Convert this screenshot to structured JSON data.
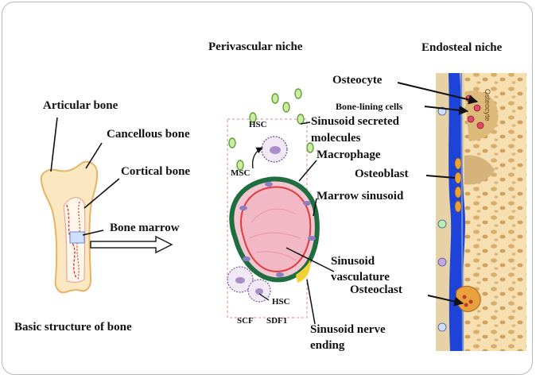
{
  "headings": {
    "perivascular": "Perivascular niche",
    "endosteal": "Endosteal niche",
    "basic_structure": "Basic structure of bone"
  },
  "bone_labels": {
    "articular": "Articular bone",
    "cancellous": "Cancellous bone",
    "cortical": "Cortical bone",
    "marrow": "Bone marrow"
  },
  "perivascular_labels": {
    "hsc_top": "HSC",
    "msc": "MSC",
    "sinusoid_secreted_line1": "Sinusoid secreted",
    "sinusoid_secreted_line2": "molecules",
    "macrophage": "Macrophage",
    "marrow_sinusoid": "Marrow sinusoid",
    "sinusoid_vasc_line1": "Sinusoid",
    "sinusoid_vasc_line2": "vasculature",
    "hsc_bottom": "HSC",
    "scf": "SCF",
    "sdf1": "SDF1",
    "nerve_line1": "Sinusoid nerve",
    "nerve_line2": "ending"
  },
  "endosteal_labels": {
    "osteocyte": "Osteocyte",
    "bone_lining": "Bone-lining cells",
    "osteoblast": "Osteoblast",
    "osteoclast": "Osteoclast",
    "osteocyte_vertical": "Osteocyte"
  },
  "colors": {
    "bone_fill": "#f6dfb0",
    "bone_speckle": "#d9ad6a",
    "endosteum_blue": "#1d43d8",
    "sinusoid_pink": "#f2b8c6",
    "sinusoid_rim": "#e03b3b",
    "macrophage_green": "#1f6e3f",
    "nerve_yellow": "#f2d233",
    "molecule_green": "#7cc24a",
    "osteoblast_orange": "#e9a13b"
  }
}
